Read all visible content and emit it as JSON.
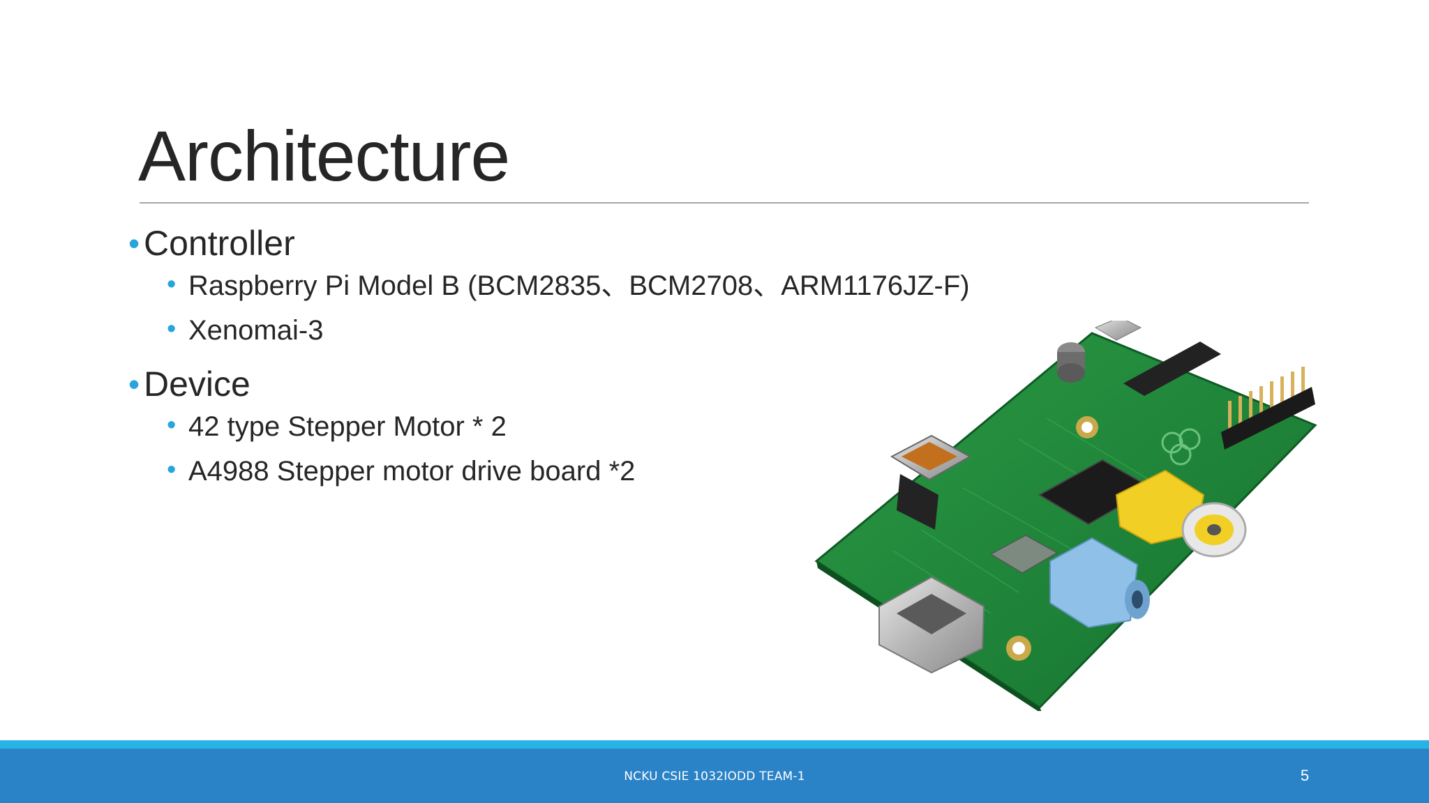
{
  "slide": {
    "title": "Architecture",
    "sections": [
      {
        "label": "Controller",
        "items": [
          "Raspberry Pi Model B (BCM2835、BCM2708、ARM1176JZ-F)",
          "Xenomai-3"
        ]
      },
      {
        "label": "Device",
        "items": [
          "42 type Stepper Motor * 2",
          "A4988 Stepper motor drive board *2"
        ]
      }
    ],
    "image_subject": "raspberry-pi-board"
  },
  "footer": {
    "text": "NCKU CSIE 1032IODD TEAM-1",
    "page_number": "5"
  },
  "colors": {
    "bullet": "#27a5dc",
    "footer_band": "#2a82c7",
    "footer_stripe": "#27b3e6",
    "pcb_green": "#1d8a3b",
    "title_text": "#262626"
  }
}
